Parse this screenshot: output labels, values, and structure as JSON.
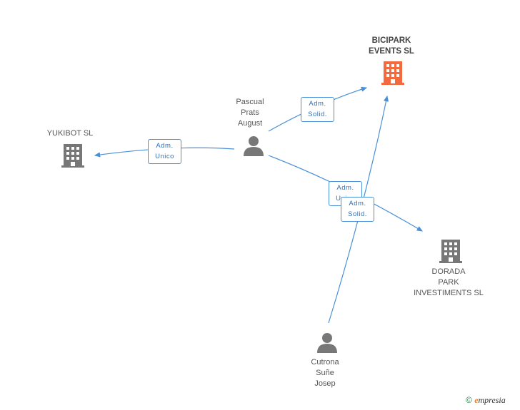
{
  "nodes": {
    "bicipark": {
      "label": "BICIPARK\nEVENTS  SL",
      "icon": "building-icon",
      "color": "#f26a3d"
    },
    "yukibot": {
      "label": "YUKIBOT SL",
      "icon": "building-icon",
      "color": "#777777"
    },
    "dorada": {
      "label": "DORADA\nPARK\nINVESTIMENTS SL",
      "icon": "building-icon",
      "color": "#777777"
    },
    "pascual": {
      "label": "Pascual\nPrats\nAugust",
      "icon": "person-icon",
      "color": "#777777"
    },
    "cutrona": {
      "label": "Cutrona\nSuñe\nJosep",
      "icon": "person-icon",
      "color": "#777777"
    }
  },
  "edges": {
    "pascual_bicipark": {
      "label": "Adm.\nSolid."
    },
    "pascual_yukibot": {
      "label": "Adm.\nUnico"
    },
    "pascual_dorada": {
      "label": "Adm.\nUnico"
    },
    "cutrona_bicipark": {
      "label": "Adm.\nSolid."
    }
  },
  "footer": {
    "copyright": "©",
    "brand_e": "e",
    "brand_rest": "mpresia"
  },
  "colors": {
    "edge": "#4a90d9",
    "highlight": "#f26a3d"
  }
}
